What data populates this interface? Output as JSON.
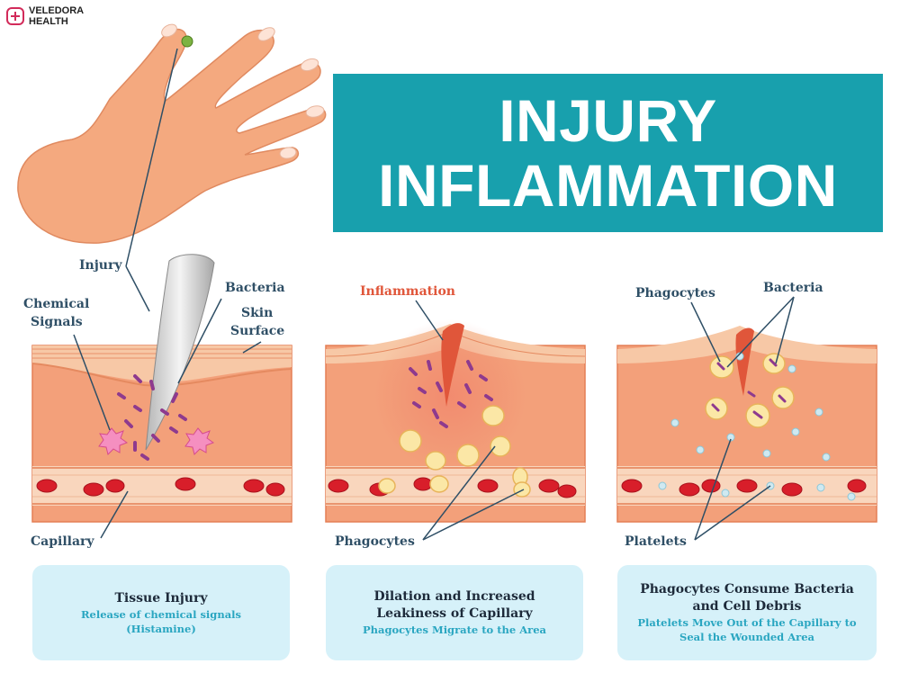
{
  "brand": {
    "name_line1": "VELEDORA",
    "name_line2": "HEALTH"
  },
  "title": {
    "line1": "INJURY",
    "line2": "INFLAMMATION"
  },
  "labels": {
    "injury": "Injury",
    "chemical_signals_1": "Chemical",
    "chemical_signals_2": "Signals",
    "bacteria_1": "Bacteria",
    "skin_surface_1": "Skin",
    "skin_surface_2": "Surface",
    "capillary": "Capillary",
    "inflammation": "Inflammation",
    "phagocytes_2": "Phagocytes",
    "phagocytes_3": "Phagocytes",
    "bacteria_3": "Bacteria",
    "platelets": "Platelets"
  },
  "cards": [
    {
      "title_1": "Tissue Injury",
      "title_2": "",
      "sub_1": "Release of chemical signals",
      "sub_2": "(Histamine)"
    },
    {
      "title_1": "Dilation and Increased",
      "title_2": "Leakiness of Capillary",
      "sub_1": "Phagocytes Migrate to the Area",
      "sub_2": ""
    },
    {
      "title_1": "Phagocytes Consume Bacteria",
      "title_2": "and Cell Debris",
      "sub_1": "Platelets Move Out of the Capillary to",
      "sub_2": "Seal the Wounded Area"
    }
  ],
  "colors": {
    "title_bg": "#18a0ad",
    "card_bg": "#d6f1f9",
    "skin": "#f4a97f",
    "tissue": "#f3a07a",
    "blood_cell": "#d81e2a",
    "bacteria": "#8e3a8e",
    "phagocyte": "#fbe7a6",
    "platelet": "#cfe9f1",
    "label": "#2f4f66",
    "inflammation_label": "#e0563a"
  }
}
